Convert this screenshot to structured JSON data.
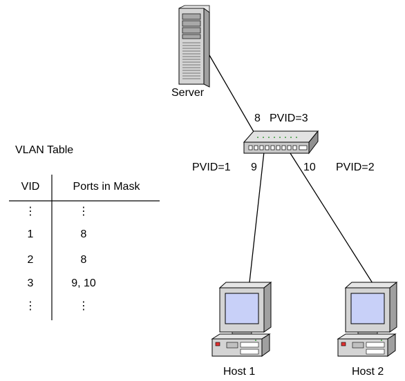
{
  "nodes": {
    "server": {
      "label": "Server"
    },
    "switch": {},
    "host1": {
      "label": "Host 1"
    },
    "host2": {
      "label": "Host 2"
    }
  },
  "ports": {
    "server_port": {
      "number": "8",
      "pvid": "PVID=3"
    },
    "host1_port": {
      "number": "9",
      "pvid": "PVID=1"
    },
    "host2_port": {
      "number": "10",
      "pvid": "PVID=2"
    }
  },
  "vlan_table": {
    "title": "VLAN Table",
    "headers": {
      "vid": "VID",
      "ports": "Ports in Mask"
    },
    "rows": [
      {
        "vid": "⋮",
        "ports": "⋮"
      },
      {
        "vid": "1",
        "ports": "8"
      },
      {
        "vid": "2",
        "ports": "8"
      },
      {
        "vid": "3",
        "ports": "9, 10"
      },
      {
        "vid": "⋮",
        "ports": "⋮"
      }
    ]
  },
  "colors": {
    "device_body": "#d4d4d4",
    "screen": "#c8d0f8",
    "line": "#000000"
  }
}
